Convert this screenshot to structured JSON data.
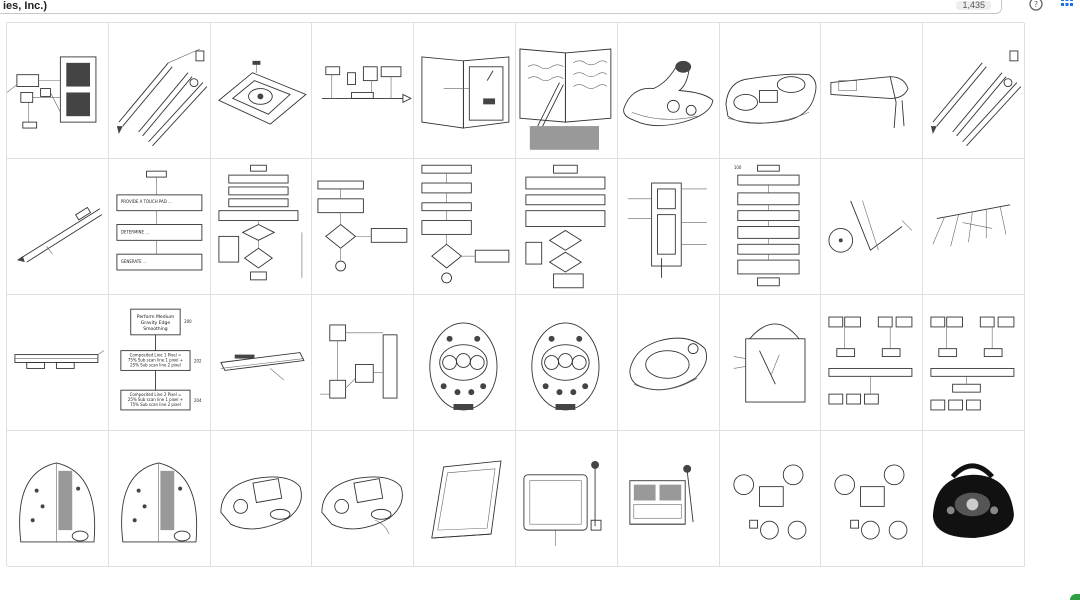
{
  "search": {
    "query_fragment": "ies, Inc.)",
    "result_count": "1,435"
  },
  "header": {
    "help_icon": "help-circle-icon",
    "apps_icon": "grid-apps-icon"
  },
  "grid": {
    "columns": 10,
    "rows": 4
  },
  "tiles": {
    "t12": {
      "l1": "PROVIDE A TOUCH PAD ...",
      "l2": "DETERMINE ...",
      "l3": "GENERATE ..."
    },
    "t21": {
      "box1": "Perform Medium",
      "box1b": "Gravity Edge",
      "box1c": "Smoothing",
      "ref1": "200",
      "box2": "Composited Line 1 Pixel =",
      "box2b": "75% Sub scan line 1 pixel +",
      "box2c": "25% Sub scan line 2 pixel",
      "ref2": "202",
      "box3": "Composited Line 2 Pixel =",
      "box3b": "25% Sub scan line 1 pixel +",
      "box3c": "75% Sub scan line 2 pixel",
      "ref3": "204"
    },
    "t18": {
      "ref": "100"
    }
  },
  "colors": {
    "tile_border": "#e0e0e0",
    "line": "#333333",
    "badge": "#2ea043"
  }
}
